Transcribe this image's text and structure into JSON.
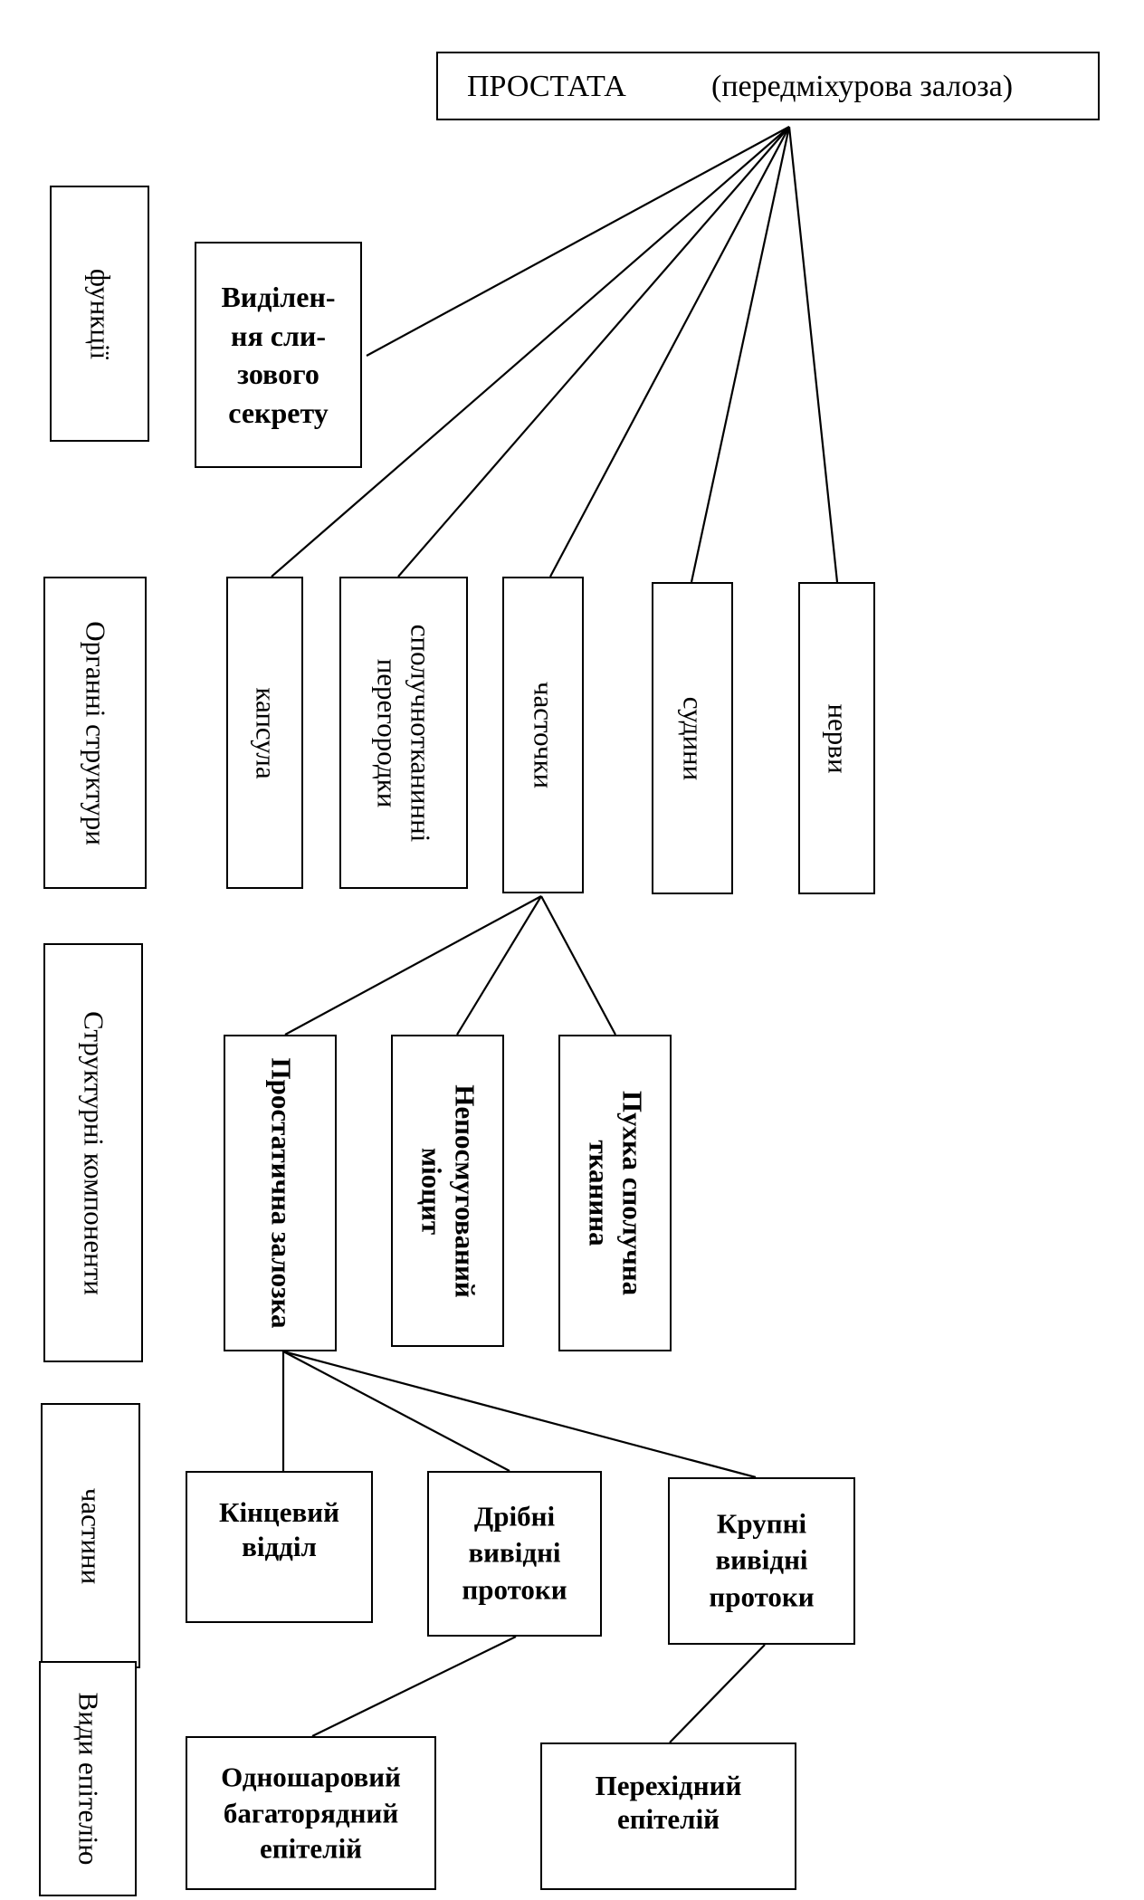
{
  "title": {
    "main": "ПРОСТАТА",
    "sub": "(передміхурова залоза)"
  },
  "row_labels": {
    "functions": "функції",
    "organ_structures": "Органні структури",
    "structural_components": "Структурні компоненти",
    "parts": "частини",
    "epithelium_types": "Види епітелію"
  },
  "functions": {
    "secretion": [
      "Виділен-",
      "ня сли-",
      "зового",
      "секрету"
    ]
  },
  "organ_structures": {
    "capsule": "капсула",
    "septa": [
      "сполучнотканинні",
      "перегородки"
    ],
    "lobules": "часточки",
    "vessels": "судини",
    "nerves": "нерви"
  },
  "structural_components": {
    "prostatic_gland": "Простатична залозка",
    "myocyte": [
      "Непосмугований",
      "міоцит"
    ],
    "loose_tissue": [
      "Пухка сполучна",
      "тканина"
    ]
  },
  "parts": {
    "terminal": [
      "Кінцевий",
      "відділ"
    ],
    "small_ducts": [
      "Дрібні",
      "вивідні",
      "протоки"
    ],
    "large_ducts": [
      "Крупні",
      "вивідні",
      "протоки"
    ]
  },
  "epithelium": {
    "pseudostratified": [
      "Одношаровий",
      "багаторядний",
      "епітелій"
    ],
    "transitional": [
      "Перехідний",
      "епітелій"
    ]
  }
}
